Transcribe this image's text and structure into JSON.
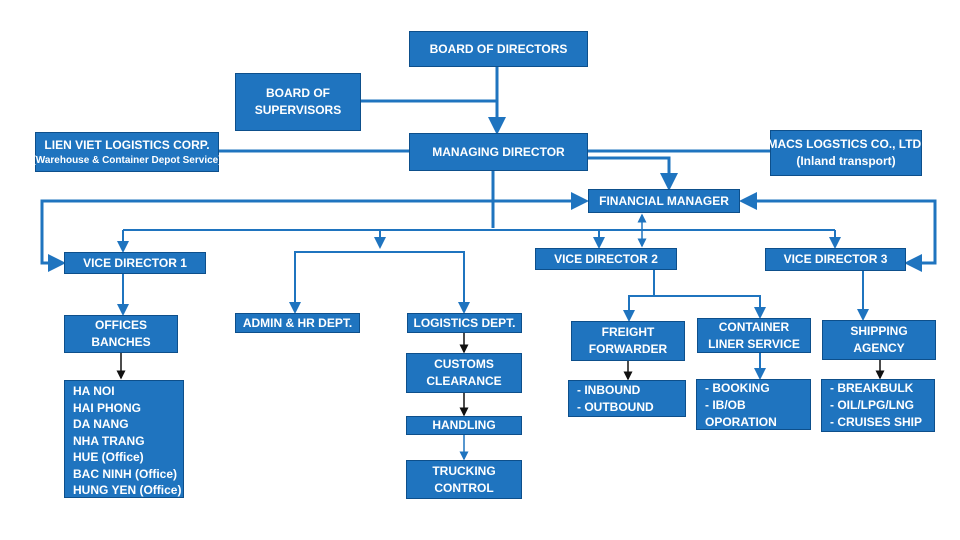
{
  "colors": {
    "box_fill": "#1f74bf",
    "box_border": "#0d4f8b",
    "connector": "#1f74bf",
    "arrow_dark": "#111111"
  },
  "nodes": {
    "board_of_directors": {
      "lines": [
        "BOARD OF DIRECTORS"
      ]
    },
    "board_of_supervisors": {
      "lines": [
        "BOARD OF",
        "SUPERVISORS"
      ]
    },
    "managing_director": {
      "lines": [
        "MANAGING DIRECTOR"
      ]
    },
    "lien_viet": {
      "lines": [
        "LIEN VIET LOGISTICS CORP."
      ],
      "sub": "(Warehouse & Container Depot Service)"
    },
    "macs": {
      "lines": [
        "MACS LOGSTICS CO., LTD.",
        "(Inland transport)"
      ]
    },
    "financial_manager": {
      "lines": [
        "FINANCIAL MANAGER"
      ]
    },
    "vice_director_1": {
      "lines": [
        "VICE DIRECTOR 1"
      ]
    },
    "vice_director_2": {
      "lines": [
        "VICE DIRECTOR 2"
      ]
    },
    "vice_director_3": {
      "lines": [
        "VICE DIRECTOR 3"
      ]
    },
    "offices_branches": {
      "lines": [
        "OFFICES",
        "BANCHES"
      ]
    },
    "office_list": {
      "lines": [
        "HA NOI",
        "HAI PHONG",
        "DA NANG",
        "NHA TRANG",
        "HUE (Office)",
        "BAC NINH (Office)",
        "HUNG YEN (Office)"
      ]
    },
    "admin_hr": {
      "lines": [
        "ADMIN & HR DEPT."
      ]
    },
    "logistics_dept": {
      "lines": [
        "LOGISTICS DEPT."
      ]
    },
    "customs_clearance": {
      "lines": [
        "CUSTOMS",
        "CLEARANCE"
      ]
    },
    "handling": {
      "lines": [
        "HANDLING"
      ]
    },
    "trucking_control": {
      "lines": [
        "TRUCKING",
        "CONTROL"
      ]
    },
    "freight_forwarder": {
      "lines": [
        "FREIGHT",
        "FORWARDER"
      ]
    },
    "freight_list": {
      "lines": [
        "-  INBOUND",
        "-  OUTBOUND"
      ]
    },
    "container_liner": {
      "lines": [
        "CONTAINER",
        "LINER SERVICE"
      ]
    },
    "container_list": {
      "lines": [
        "-  BOOKING",
        "-  IB/OB",
        "   OPORATION"
      ]
    },
    "shipping_agency": {
      "lines": [
        "SHIPPING",
        "AGENCY"
      ]
    },
    "shipping_list": {
      "lines": [
        "- BREAKBULK",
        "- OIL/LPG/LNG",
        "- CRUISES SHIP"
      ]
    }
  }
}
